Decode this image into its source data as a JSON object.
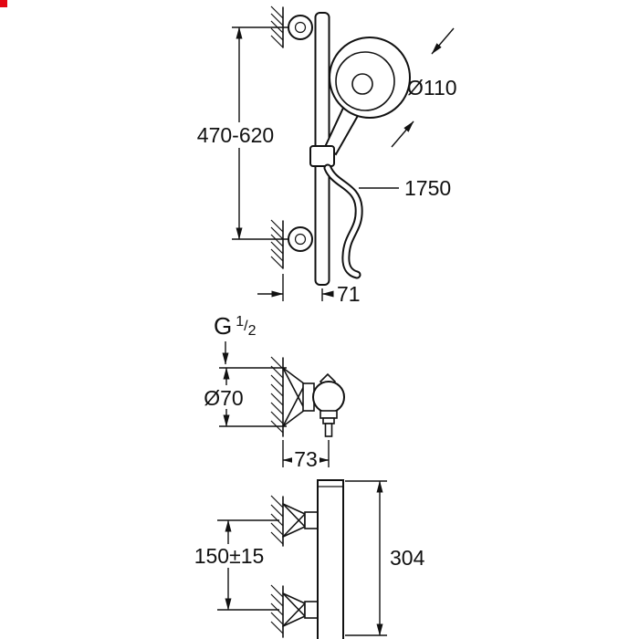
{
  "page": {
    "background_color": "#ffffff",
    "line_color": "#111111",
    "corner_marker_color": "#e30613"
  },
  "shower_rail_view": {
    "labels": {
      "rail_height_range": "470-620",
      "head_diameter": "Ø110",
      "hose_length": "1750",
      "wall_to_rail": "71"
    }
  },
  "wall_union_view": {
    "labels": {
      "thread_letter": "G",
      "thread_numerator": "1",
      "thread_slash": "/",
      "thread_denominator": "2",
      "escutcheon_diameter": "Ø70",
      "projection": "73"
    }
  },
  "thermostat_view": {
    "labels": {
      "inlet_spacing": "150±15",
      "body_height": "304"
    }
  }
}
